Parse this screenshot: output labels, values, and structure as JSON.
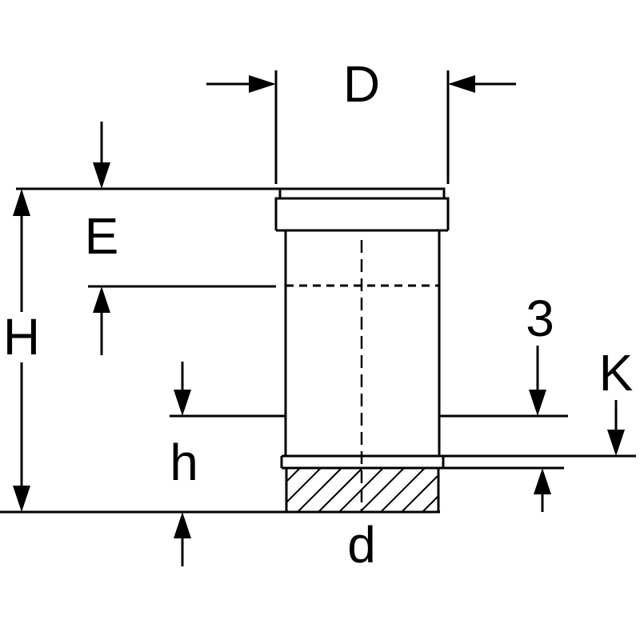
{
  "diagram": {
    "type": "technical-dimension-drawing",
    "subject": "pipe-fitting-sleeve-coupling-cross-section",
    "background_color": "#ffffff",
    "line_color": "#000000",
    "labels": {
      "D": "D",
      "E": "E",
      "H": "H",
      "h": "h",
      "d": "d",
      "three": "3",
      "K": "K"
    }
  }
}
